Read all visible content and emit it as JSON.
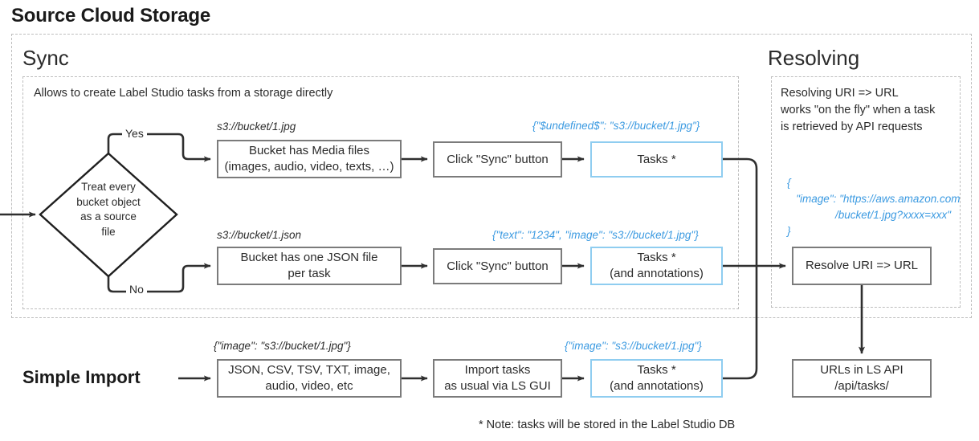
{
  "page": {
    "title": "Source Cloud Storage",
    "footnote": "* Note: tasks will be stored in the Label Studio DB"
  },
  "sync": {
    "title": "Sync",
    "description": "Allows to create Label Studio tasks from a storage directly",
    "decision": {
      "text": "Treat every\nbucket object\nas a source\nfile",
      "yes_label": "Yes",
      "no_label": "No"
    },
    "row_yes": {
      "uri_label": "s3://bucket/1.jpg",
      "box1": "Bucket has Media files\n(images, audio, video, texts, …)",
      "box2": "Click \"Sync\" button",
      "json_label": "{\"$undefined$\": \"s3://bucket/1.jpg\"}",
      "box3": "Tasks *"
    },
    "row_no": {
      "uri_label": "s3://bucket/1.json",
      "box1": "Bucket has one JSON file\nper task",
      "box2": "Click \"Sync\" button",
      "json_label": "{\"text\": \"1234\", \"image\": \"s3://bucket/1.jpg\"}",
      "box3": "Tasks *\n(and annotations)"
    }
  },
  "resolving": {
    "title": "Resolving",
    "description": "Resolving URI => URL\nworks \"on the fly\" when a task\nis retrieved by API requests",
    "json_sample": "{\n   \"image\": \"https://aws.amazon.com\n                /bucket/1.jpg?xxxx=xxx\"\n}",
    "resolve_box": "Resolve URI => URL",
    "urls_box": "URLs in LS API\n/api/tasks/"
  },
  "simple_import": {
    "title": "Simple Import",
    "json_label": "{\"image\": \"s3://bucket/1.jpg\"}",
    "box1": "JSON, CSV, TSV, TXT, image,\naudio, video, etc",
    "box2": "Import tasks\nas usual via LS GUI",
    "json_label_blue": "{\"image\": \"s3://bucket/1.jpg\"}",
    "box3": "Tasks *\n(and annotations)"
  },
  "colors": {
    "accent_blue": "#3b9ae1",
    "box_blue_border": "#8fcdf0",
    "box_gray_border": "#7b7b7b",
    "dashed_border": "#bdbdbd",
    "text": "#2b2b2b",
    "arrow": "#333333"
  }
}
